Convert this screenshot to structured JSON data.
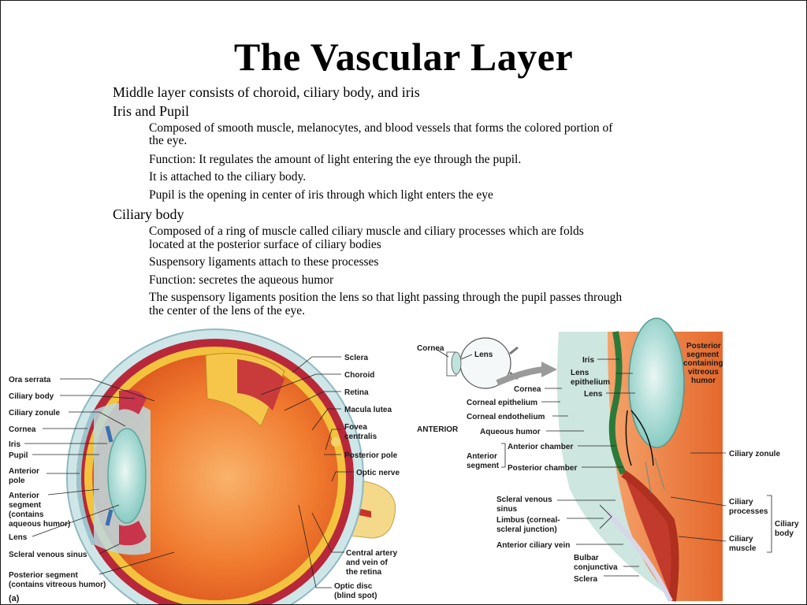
{
  "slide": {
    "title": "The Vascular Layer",
    "bullets": {
      "b1": "Middle layer consists of choroid, ciliary body, and iris",
      "b2": "Iris and Pupil",
      "b2_1": "Composed of smooth muscle, melanocytes, and blood vessels that forms the colored portion of",
      "b2_1b": "the eye.",
      "b2_2": "Function: It regulates the amount of light entering the eye through the pupil.",
      "b2_3": "It is attached to the ciliary body.",
      "b2_4": "Pupil is the opening in center of iris through which light enters the eye",
      "b3": "Ciliary body",
      "b3_1": "Composed of a ring of muscle called ciliary muscle and ciliary processes which are folds",
      "b3_1b": "located at the posterior surface of ciliary bodies",
      "b3_2": "Suspensory ligaments attach to these processes",
      "b3_3": "Function: secretes the aqueous humor",
      "b3_4": "The suspensory ligaments position the lens so that light passing through the pupil passes through",
      "b3_4b": "the center of the lens of the eye."
    }
  },
  "figure_a": {
    "panel_label": "(a)",
    "labels_left": {
      "ora_serrata": "Ora serrata",
      "ciliary_body": "Ciliary body",
      "ciliary_zonule": "Ciliary zonule",
      "cornea": "Cornea",
      "iris": "Iris",
      "pupil": "Pupil",
      "anterior_pole_1": "Anterior",
      "anterior_pole_2": "pole",
      "ant_seg_1": "Anterior",
      "ant_seg_2": "segment",
      "ant_seg_3": "(contains",
      "ant_seg_4": "aqueous humor)",
      "lens": "Lens",
      "scleral_sinus": "Scleral venous sinus",
      "post_seg_1": "Posterior segment",
      "post_seg_2": "(contains vitreous humor)"
    },
    "labels_right": {
      "sclera": "Sclera",
      "choroid": "Choroid",
      "retina": "Retina",
      "macula": "Macula lutea",
      "fovea_1": "Fovea",
      "fovea_2": "centralis",
      "posterior_pole": "Posterior pole",
      "optic_nerve": "Optic nerve",
      "central_artery_1": "Central artery",
      "central_artery_2": "and vein of",
      "central_artery_3": "the retina",
      "optic_disc_1": "Optic disc",
      "optic_disc_2": "(blind spot)"
    }
  },
  "figure_b": {
    "labels": {
      "cornea_inset": "Cornea",
      "lens_inset": "Lens",
      "anterior": "ANTERIOR",
      "iris": "Iris",
      "lens_epi_1": "Lens",
      "lens_epi_2": "epithelium",
      "lens": "Lens",
      "cornea": "Cornea",
      "corneal_epithelium": "Corneal epithelium",
      "corneal_endothelium": "Corneal endothelium",
      "aqueous_humor": "Aqueous humor",
      "anterior_chamber": "Anterior chamber",
      "ant_segment_1": "Anterior",
      "ant_segment_2": "segment",
      "posterior_chamber": "Posterior chamber",
      "scleral_venous_1": "Scleral venous",
      "scleral_venous_2": "sinus",
      "limbus_1": "Limbus (corneal-",
      "limbus_2": "scleral junction)",
      "anterior_ciliary_vein": "Anterior ciliary vein",
      "bulbar_1": "Bulbar",
      "bulbar_2": "conjunctiva",
      "sclera": "Sclera",
      "post_seg_1": "Posterior",
      "post_seg_2": "segment",
      "post_seg_3": "containing",
      "post_seg_4": "vitreous",
      "post_seg_5": "humor",
      "ciliary_zonule": "Ciliary zonule",
      "ciliary_processes_1": "Ciliary",
      "ciliary_processes_2": "processes",
      "ciliary_body_1": "Ciliary",
      "ciliary_body_2": "body",
      "ciliary_muscle_1": "Ciliary",
      "ciliary_muscle_2": "muscle"
    }
  }
}
